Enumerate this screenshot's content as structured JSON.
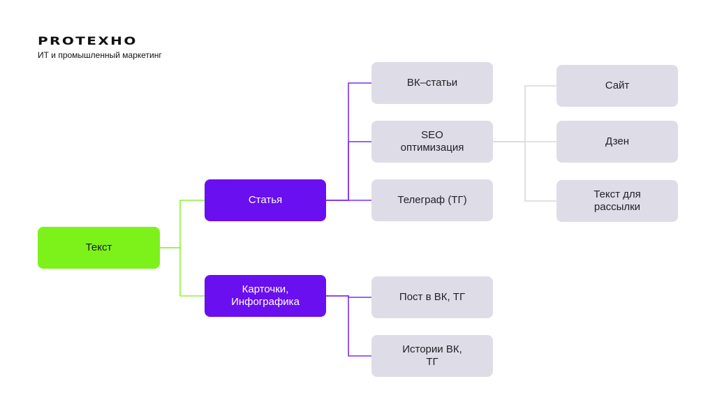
{
  "brand": {
    "logo": "PROTEXHO",
    "tagline": "ИТ и промышленный маркетинг"
  },
  "colors": {
    "root": "#7cf21a",
    "primary": "#6a0ff0",
    "leaf": "#dedde7",
    "line_root": "#8ef23a",
    "line_primary": "#7a2ef0",
    "line_leaf": "#d7d7dd"
  },
  "diagram": {
    "nodes": [
      {
        "id": "root",
        "label": "Текст",
        "style": "root"
      },
      {
        "id": "article",
        "label": "Статья",
        "style": "purple"
      },
      {
        "id": "cards",
        "label": "Карточки,\nИнфографика",
        "style": "purple"
      },
      {
        "id": "vk",
        "label": "ВК–статьи",
        "style": "grey"
      },
      {
        "id": "seo",
        "label": "SEO\nоптимизация",
        "style": "grey"
      },
      {
        "id": "telegraph",
        "label": "Телеграф (ТГ)",
        "style": "grey"
      },
      {
        "id": "post",
        "label": "Пост в ВК, ТГ",
        "style": "grey"
      },
      {
        "id": "stories",
        "label": "Истории ВК,\nТГ",
        "style": "grey"
      },
      {
        "id": "site",
        "label": "Сайт",
        "style": "grey"
      },
      {
        "id": "dzen",
        "label": "Дзен",
        "style": "grey"
      },
      {
        "id": "mail",
        "label": "Текст для\nрассылки",
        "style": "grey"
      }
    ],
    "edges": [
      {
        "from": "root",
        "to": "article",
        "color": "line_root"
      },
      {
        "from": "root",
        "to": "cards",
        "color": "line_root"
      },
      {
        "from": "article",
        "to": "vk",
        "color": "line_primary"
      },
      {
        "from": "article",
        "to": "seo",
        "color": "line_primary"
      },
      {
        "from": "article",
        "to": "telegraph",
        "color": "line_primary"
      },
      {
        "from": "cards",
        "to": "post",
        "color": "line_primary"
      },
      {
        "from": "cards",
        "to": "stories",
        "color": "line_primary"
      },
      {
        "from": "seo",
        "to": "site",
        "color": "line_leaf"
      },
      {
        "from": "seo",
        "to": "dzen",
        "color": "line_leaf"
      },
      {
        "from": "seo",
        "to": "mail",
        "color": "line_leaf"
      }
    ]
  }
}
